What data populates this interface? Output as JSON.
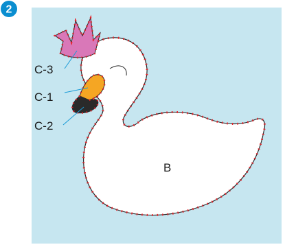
{
  "step": {
    "number": "2"
  },
  "labels": {
    "crown": "C-3",
    "beak": "C-1",
    "beak_tip": "C-2",
    "body": "B"
  },
  "colors": {
    "background": "#c6e6f0",
    "badge": "#0b8ed0",
    "swan_fill": "#ffffff",
    "outline": "#2b2b2b",
    "stitch": "#e8222a",
    "crown": "#d978b8",
    "beak": "#f5a623",
    "beak_tip": "#2a2a2a",
    "leader_line": "#1a9bd7"
  }
}
